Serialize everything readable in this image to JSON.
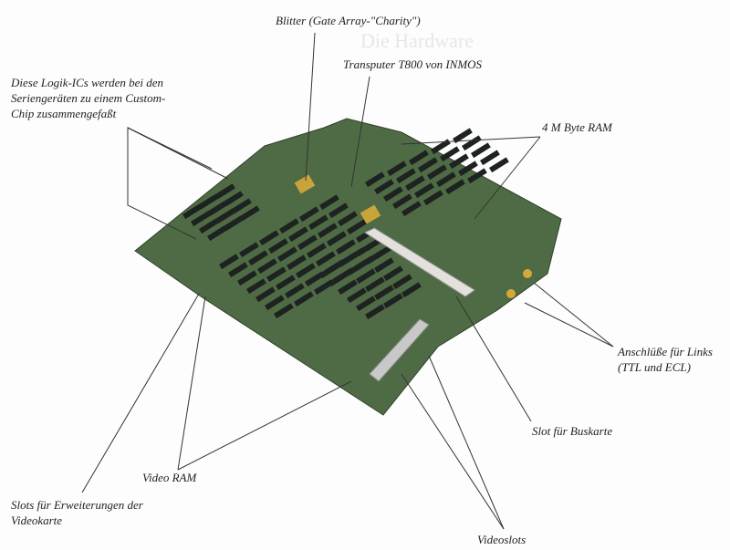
{
  "background_heading": "Die Hardware",
  "labels": {
    "blitter": "Blitter (Gate Array-\"Charity\")",
    "transputer": "Transputer T800 von INMOS",
    "logic_line1": "Diese Logik-ICs werden bei den",
    "logic_line2": "Seriengeräten zu einem Custom-",
    "logic_line3": "Chip zusammengefaßt",
    "ram": "4 M Byte RAM",
    "links_line1": "Anschlüße für Links",
    "links_line2": "(TTL und ECL)",
    "bus_slot": "Slot für Buskarte",
    "video_ram": "Video RAM",
    "expansion_line1": "Slots für Erweiterungen der",
    "expansion_line2": "Videokarte",
    "videoslots": "Videoslots"
  },
  "colors": {
    "board": "#4f6b45",
    "chip": "#1e2220",
    "slot": "#e4e0dc",
    "line": "#333333"
  }
}
